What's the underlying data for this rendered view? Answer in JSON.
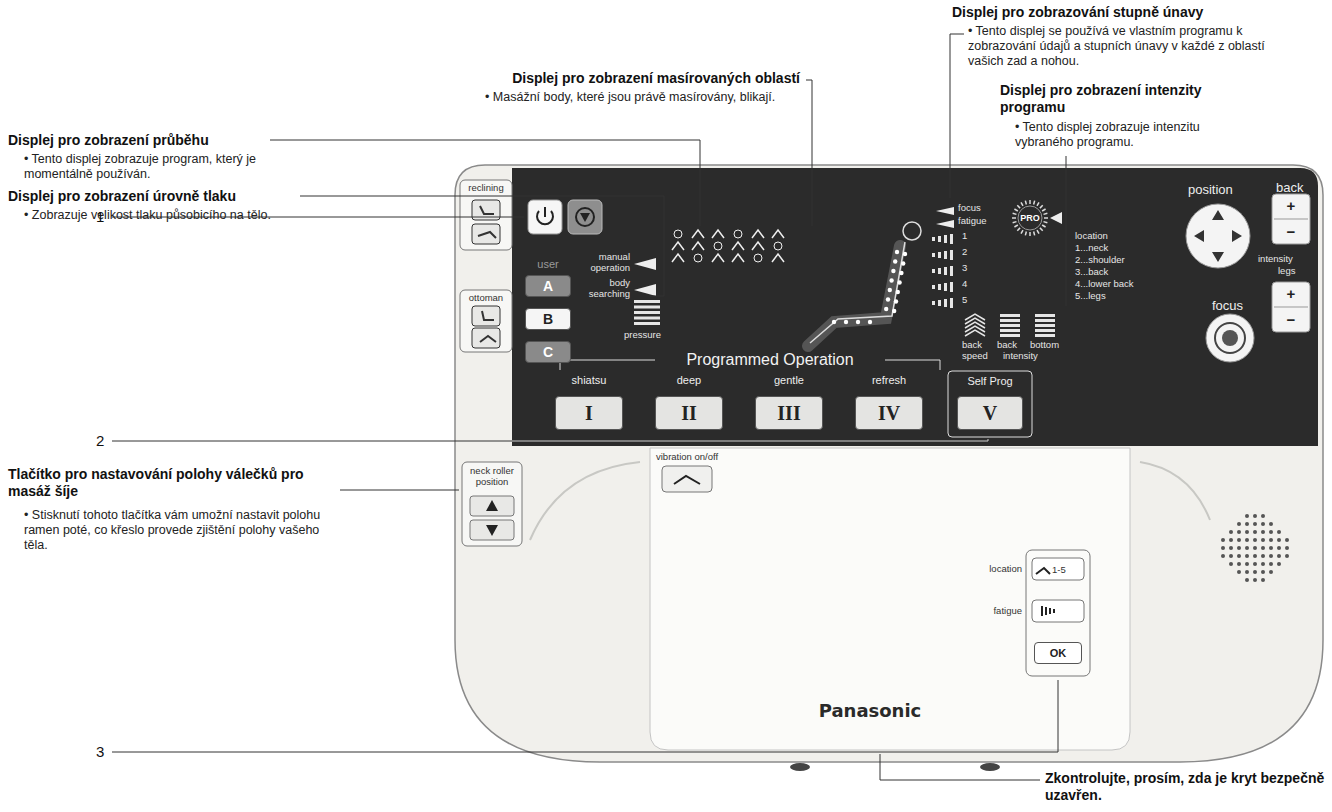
{
  "diagram": {
    "nodes": [
      {
        "text": [
          "A"
        ]
      },
      {
        "text": [
          "B"
        ]
      },
      {
        "text": [
          "C"
        ]
      },
      {
        "text": [
          "I"
        ]
      },
      {
        "text": [
          "II"
        ]
      },
      {
        "text": [
          "III"
        ]
      },
      {
        "text": [
          "IV"
        ]
      },
      {
        "text": [
          "V"
        ]
      },
      {
        "text": [
          "OK"
        ]
      }
    ],
    "labels": [
      "Displej pro zobrazování stupně únavy",
      "• Tento displej se používá ve vlastním programu k zobrazování údajů a stupních únavy v každé z oblastí vašich zad a nohou.",
      "Displej pro zobrazení masírovaných oblastí",
      "• Masážní body, které jsou právě masírovány, blikají.",
      "Displej pro zobrazení intenzity programu",
      "• Tento displej zobrazuje intenzitu vybraného programu.",
      "Displej pro zobrazení průběhu",
      "• Tento displej zobrazuje program, který je momentálně používán.",
      "Displej pro zobrazení úrovně tlaku",
      "• Zobrazuje velikost tlaku působicího na tělo.",
      "1",
      "2",
      "Tlačítko pro nastavování polohy válečků pro masáž šíje",
      "• Stisknutí tohoto tlačítka vám umožní nastavit polohu ramen poté, co křeslo provede zjištění polohy vašeho těla.",
      "3",
      "Zkontrolujte, prosím, zda je kryt bezpečně uzavřen.",
      "reclining",
      "ottoman",
      "user",
      "manual operation",
      "body searching",
      "pressure",
      "focus",
      "fatigue",
      "1",
      "2",
      "3",
      "4",
      "5",
      "location",
      "1...neck",
      "2...shoulder",
      "3...back",
      "4...lower back",
      "5...legs",
      "back",
      "back",
      "bottom",
      "speed",
      "intensity",
      "PRO",
      "position",
      "back",
      "+",
      "−",
      "intensity",
      "legs",
      "+",
      "−",
      "focus",
      "Programmed Operation",
      "shiatsu",
      "deep",
      "gentle",
      "refresh",
      "Self Prog",
      "neck roller position",
      "vibration on/off",
      "location",
      "1-5",
      "fatigue",
      "Panasonic"
    ]
  }
}
